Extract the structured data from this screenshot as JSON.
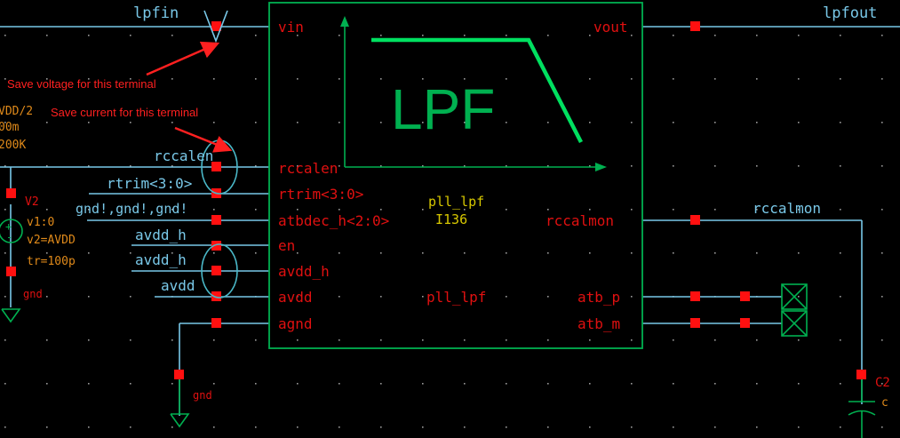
{
  "colors": {
    "background": "#000000",
    "wire": "#79c8e8",
    "symbol": "#00b050",
    "pin": "#ff1010",
    "pin_text": "#e01010",
    "instance_text": "#d8c800",
    "annotation": "#ff2020",
    "param_text": "#e08a1a"
  },
  "nets": {
    "lpfin": "lpfin",
    "lpfout": "lpfout",
    "rccalen": "rccalen",
    "rtrim": "rtrim<3:0>",
    "atbdec": "gnd!,gnd!,gnd!",
    "avdd_h_1": "avdd_h",
    "avdd_h_2": "avdd_h",
    "avdd": "avdd",
    "rccalmon": "rccalmon"
  },
  "block": {
    "symbol_text": "LPF",
    "cell_name": "pll_lpf",
    "instance_name": "I136",
    "cell_label": "pll_lpf",
    "left_pins": [
      "vin",
      "rccalen",
      "rtrim<3:0>",
      "atbdec_h<2:0>",
      "en",
      "avdd_h",
      "avdd",
      "agnd"
    ],
    "right_pins": [
      "vout",
      "rccalmon",
      "atb_p",
      "atb_m"
    ]
  },
  "annotations": {
    "voltage": "Save voltage for this terminal",
    "current": "Save current for this terminal"
  },
  "source": {
    "name": "V2",
    "v1": "v1:0",
    "v2": "v2=AVDD",
    "tr": "tr=100p",
    "gnd": "gnd"
  },
  "partial_params": [
    "VDD/2",
    "00m",
    "200K"
  ],
  "bottom_gnd": "gnd",
  "cap": {
    "name": "C2",
    "value": "c"
  }
}
